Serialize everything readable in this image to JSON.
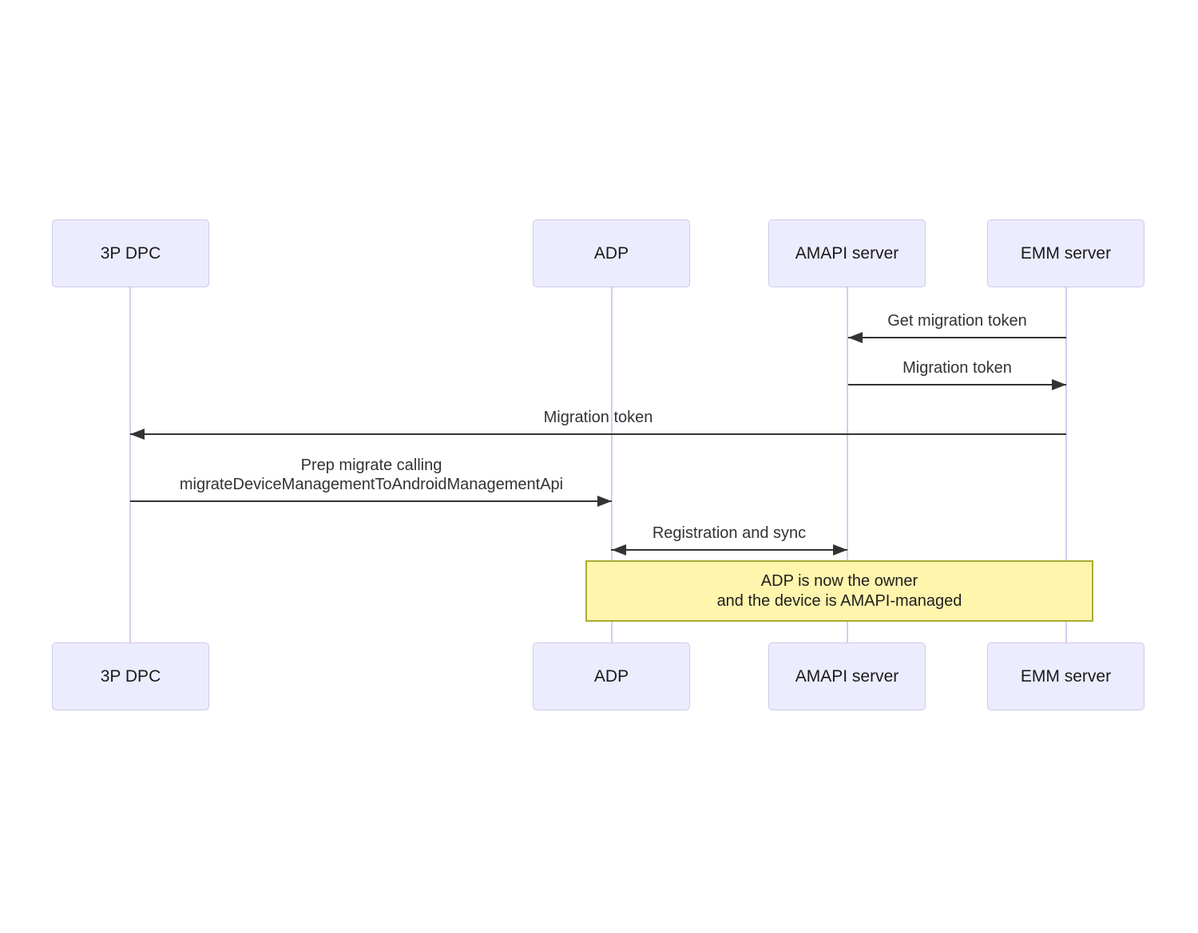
{
  "diagram": {
    "type": "sequence-diagram",
    "actors": [
      {
        "id": "3p-dpc",
        "label": "3P DPC"
      },
      {
        "id": "adp",
        "label": "ADP"
      },
      {
        "id": "amapi-server",
        "label": "AMAPI server"
      },
      {
        "id": "emm-server",
        "label": "EMM server"
      }
    ],
    "messages": [
      {
        "label": "Get migration token",
        "from": "EMM server",
        "to": "AMAPI server",
        "arrow": "solid-left"
      },
      {
        "label": "Migration token",
        "from": "AMAPI server",
        "to": "EMM server",
        "arrow": "solid-right"
      },
      {
        "label": "Migration token",
        "from": "EMM server",
        "to": "3P DPC",
        "arrow": "solid-left"
      },
      {
        "label_line1": "Prep migrate calling",
        "label_line2": "migrateDeviceManagementToAndroidManagementApi",
        "from": "3P DPC",
        "to": "ADP",
        "arrow": "solid-right"
      },
      {
        "label": "Registration and sync",
        "from": "ADP",
        "to": "AMAPI server",
        "arrow": "solid-bidirectional"
      }
    ],
    "note": {
      "line1": "ADP is now the owner",
      "line2": "and the device is AMAPI-managed",
      "over": "ADP to EMM server"
    },
    "colors": {
      "actor_fill": "#ececff",
      "actor_border": "#cfc9e9",
      "lifeline": "#d6cdee",
      "arrow": "#333333",
      "message_text": "#333333",
      "note_fill": "#fff5ad",
      "note_border": "#aaaa33",
      "background": "#ffffff"
    }
  }
}
